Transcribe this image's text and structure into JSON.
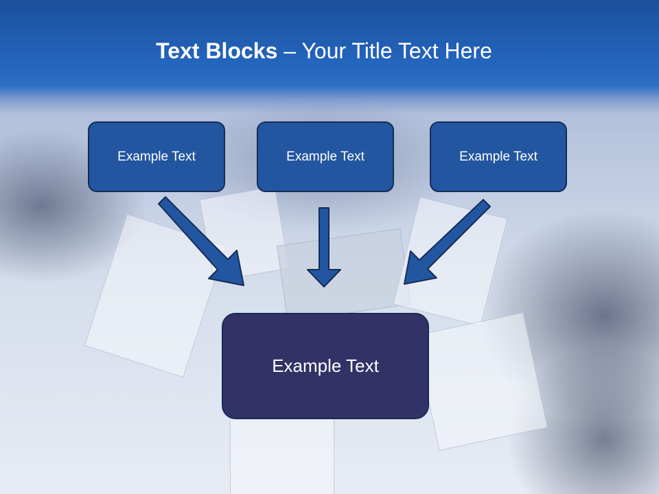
{
  "title": {
    "bold": "Text Blocks",
    "rest": " – Your Title Text Here"
  },
  "blocks": [
    {
      "label": "Example Text"
    },
    {
      "label": "Example Text"
    },
    {
      "label": "Example Text"
    }
  ],
  "main_block": {
    "label": "Example Text"
  },
  "colors": {
    "title_bar": "#2466be",
    "box_fill": "#2356a1",
    "box_border": "#142c55",
    "main_box_fill": "#333267",
    "arrow_fill": "#2356a1"
  }
}
